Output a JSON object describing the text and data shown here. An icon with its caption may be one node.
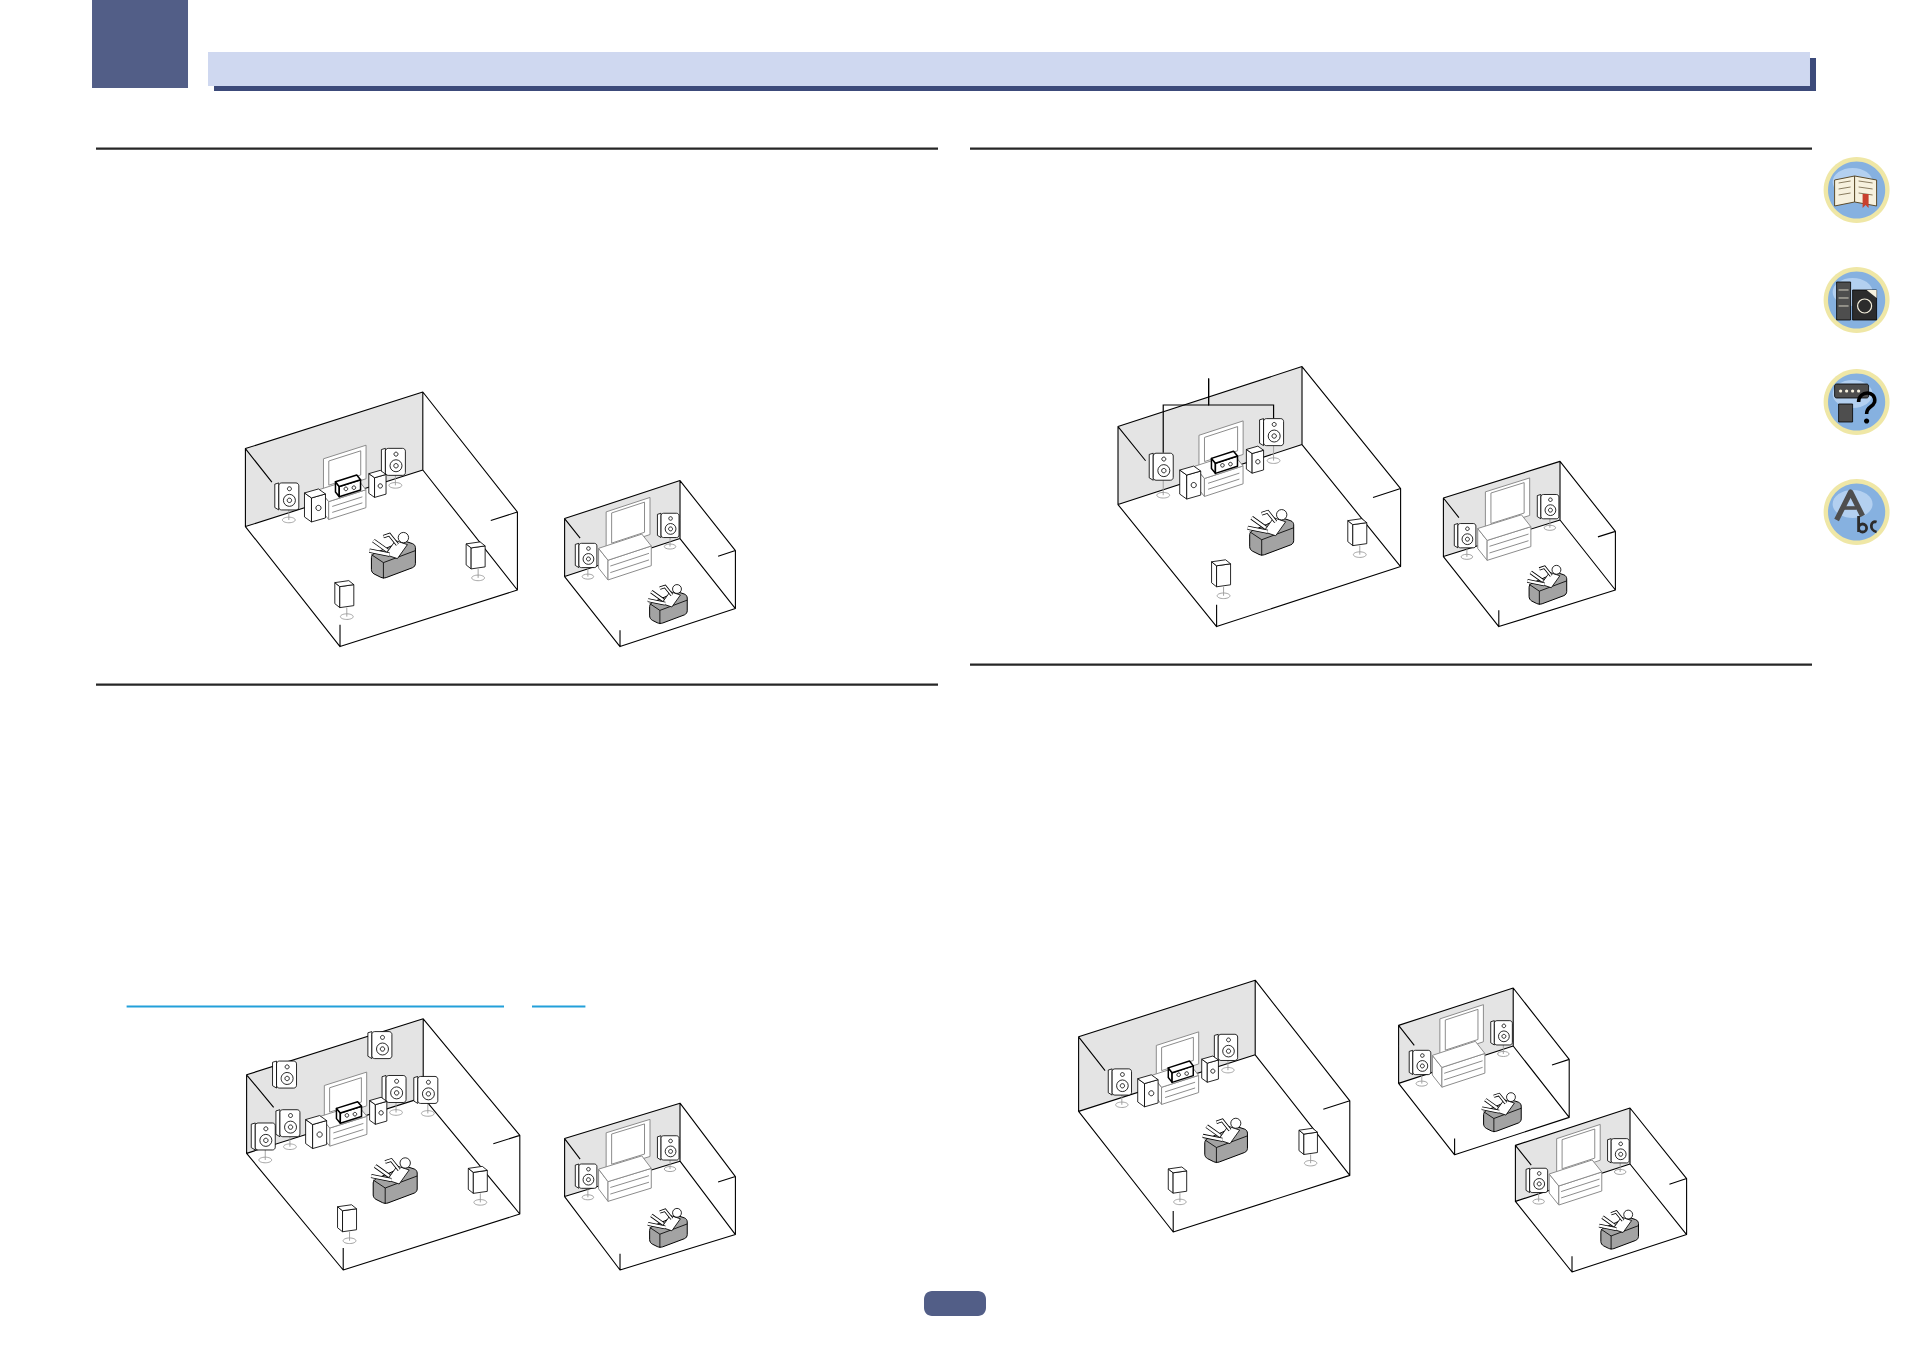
{
  "diagram": {
    "nodes": [
      {
        "text": [],
        "shape": "picture"
      },
      {
        "text": [],
        "shape": "picture"
      },
      {
        "text": [],
        "shape": "picture"
      },
      {
        "text": [],
        "shape": "picture"
      },
      {
        "text": [],
        "shape": "picture"
      },
      {
        "text": [],
        "shape": "picture"
      },
      {
        "text": [],
        "shape": "picture"
      },
      {
        "text": [],
        "shape": "picture"
      },
      {
        "text": [],
        "shape": "picture"
      },
      {
        "text": [],
        "shape": "picture"
      },
      {
        "text": [],
        "shape": "picture"
      },
      {
        "text": [],
        "shape": "picture"
      },
      {
        "text": [],
        "shape": "picture"
      },
      {
        "text": [],
        "shape": "picture"
      },
      {
        "text": [],
        "shape": "picture"
      },
      {
        "text": [],
        "shape": "picture"
      },
      {
        "text": [],
        "shape": "picture"
      },
      {
        "text": [],
        "shape": "picture"
      },
      {
        "text": [],
        "shape": "picture"
      },
      {
        "text": [],
        "shape": "picture"
      },
      {
        "text": [],
        "shape": "picture"
      },
      {
        "text": [],
        "shape": "picture"
      }
    ],
    "edges": [
      {
        "from": null,
        "to": 4,
        "arrow": "none"
      },
      {
        "from": null,
        "to": 5,
        "arrow": "none"
      }
    ]
  }
}
